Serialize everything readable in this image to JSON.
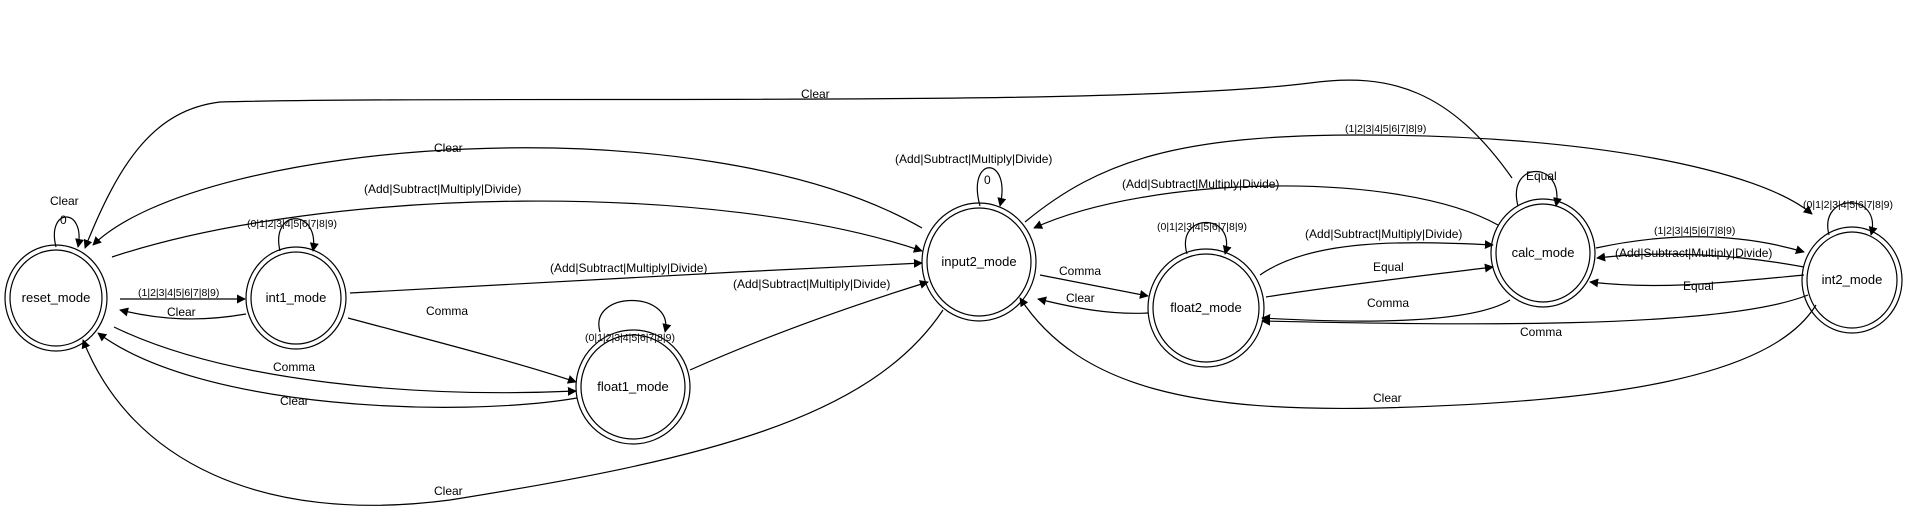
{
  "diagram": {
    "nodes": {
      "reset_mode": "reset_mode",
      "int1_mode": "int1_mode",
      "float1_mode": "float1_mode",
      "input2_mode": "input2_mode",
      "float2_mode": "float2_mode",
      "calc_mode": "calc_mode",
      "int2_mode": "int2_mode"
    },
    "labels": {
      "clear": "Clear",
      "zero": "0",
      "digits_1_9": "(1|2|3|4|5|6|7|8|9)",
      "digits_0_9": "(0|1|2|3|4|5|6|7|8|9)",
      "operators": "(Add|Subtract|Multiply|Divide)",
      "comma": "Comma",
      "equal": "Equal"
    }
  }
}
